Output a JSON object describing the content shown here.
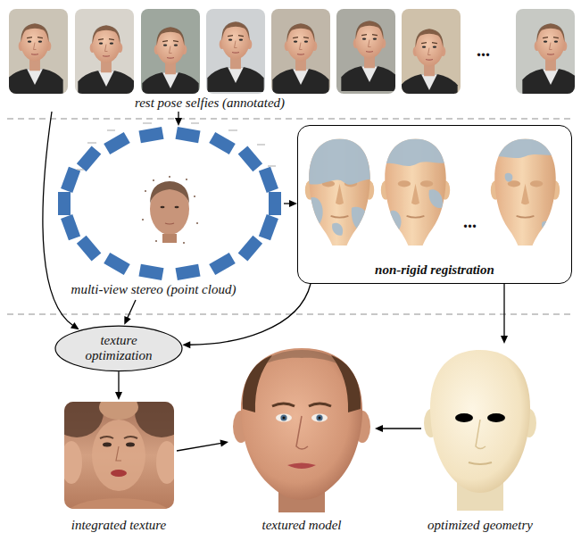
{
  "diagram": {
    "nodes": [
      {
        "text": [
          "rest pose selfies (annotated)"
        ]
      },
      {
        "text": [
          "multi-view stereo (point cloud)"
        ]
      },
      {
        "text": [
          "non-rigid registration"
        ]
      },
      {
        "text": [
          "texture optimization"
        ]
      },
      {
        "text": [
          "integrated texture"
        ]
      },
      {
        "text": [
          "textured model"
        ]
      },
      {
        "text": [
          "optimized geometry"
        ]
      }
    ],
    "edges": [
      {
        "from": 0,
        "to": 1,
        "arrow": "to"
      },
      {
        "from": 0,
        "to": 3,
        "arrow": "to"
      },
      {
        "from": 1,
        "to": 2,
        "arrow": "to"
      },
      {
        "from": 1,
        "to": 3,
        "arrow": "to"
      },
      {
        "from": 2,
        "to": 3,
        "arrow": "to"
      },
      {
        "from": 2,
        "to": 6,
        "arrow": "to"
      },
      {
        "from": 3,
        "to": 4,
        "arrow": "to"
      },
      {
        "from": 4,
        "to": 5,
        "arrow": "to"
      },
      {
        "from": 6,
        "to": 5,
        "arrow": "to"
      }
    ],
    "labels": [
      "...",
      "..."
    ]
  }
}
